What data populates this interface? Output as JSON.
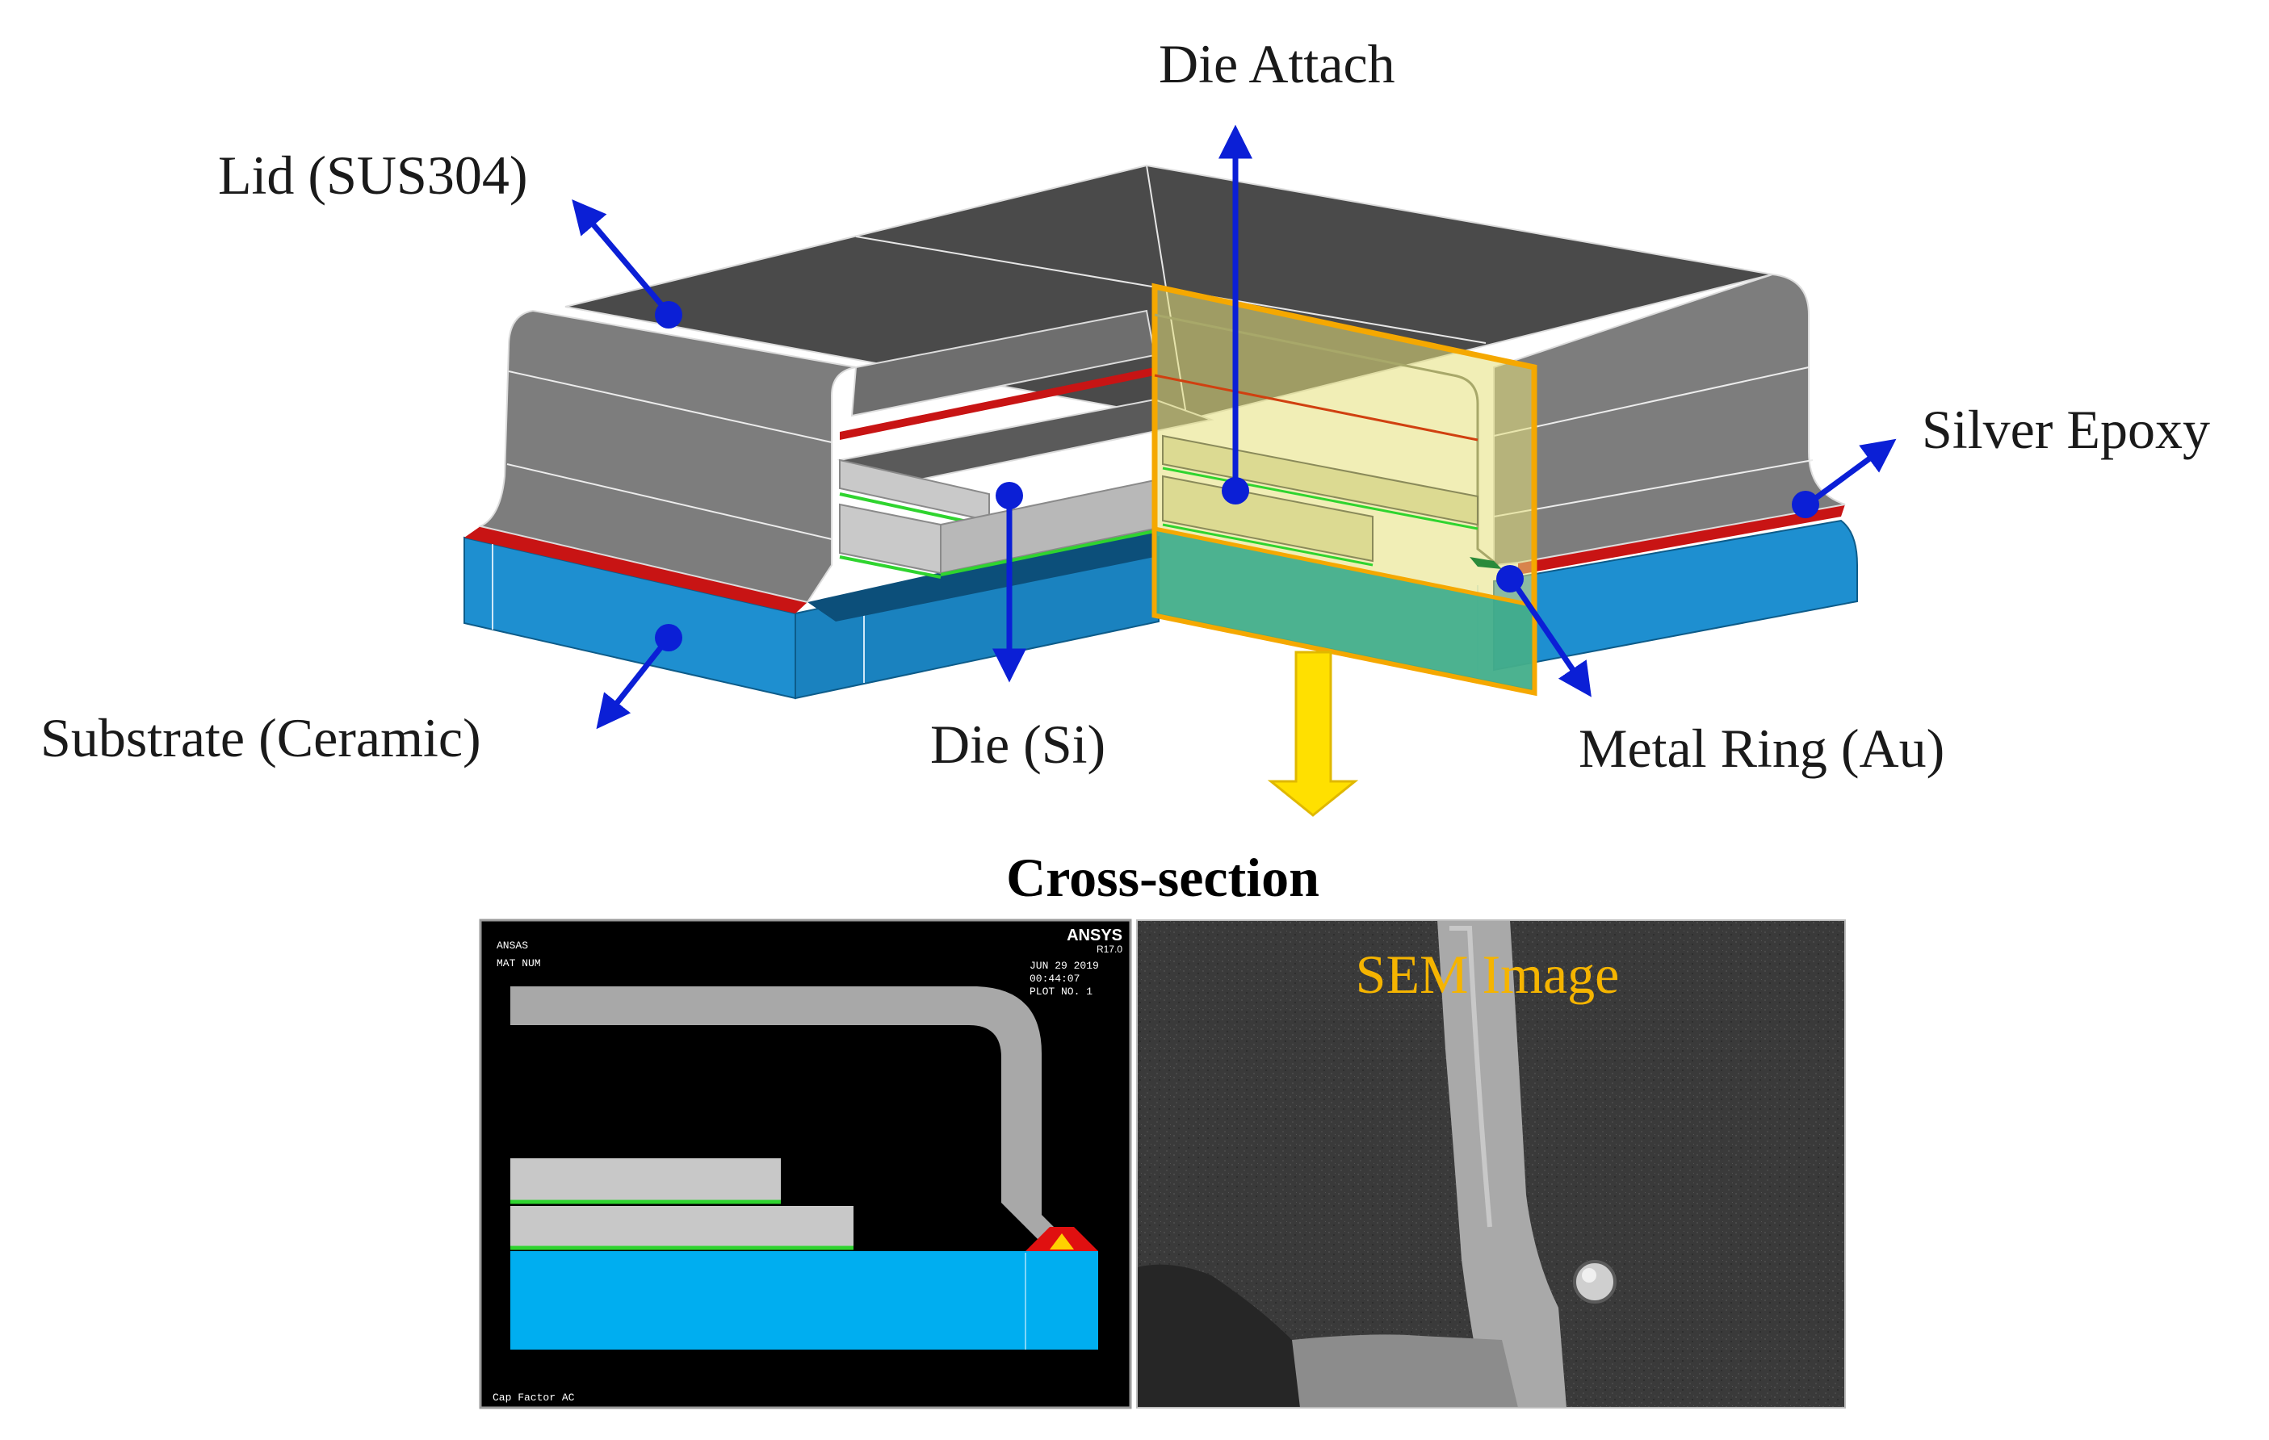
{
  "labels": {
    "die_attach": "Die Attach",
    "lid": "Lid (SUS304)",
    "silver_epoxy": "Silver Epoxy",
    "substrate": "Substrate (Ceramic)",
    "die": "Die (Si)",
    "metal_ring": "Metal Ring (Au)"
  },
  "cross_section_title": "Cross-section",
  "fem_panel": {
    "top_left_line1": "ANSAS",
    "top_left_line2": "MAT NUM",
    "logo": "ANSYS",
    "version": "R17.0",
    "date": "JUN 29 2019",
    "time": "00:44:07",
    "plot": "PLOT NO. 1",
    "bottom_text": "Cap Factor AC"
  },
  "sem_panel": {
    "title": "SEM Image"
  },
  "colors": {
    "lid": "#7d7d7d",
    "lid_top": "#4a4a4a",
    "substrate": "#1e8fd0",
    "epoxy": "#c81414",
    "die_attach": "#2fd42f",
    "section_frame": "#f5a800",
    "arrow": "#0b1fd6",
    "cross_arrow": "#ffe000"
  }
}
